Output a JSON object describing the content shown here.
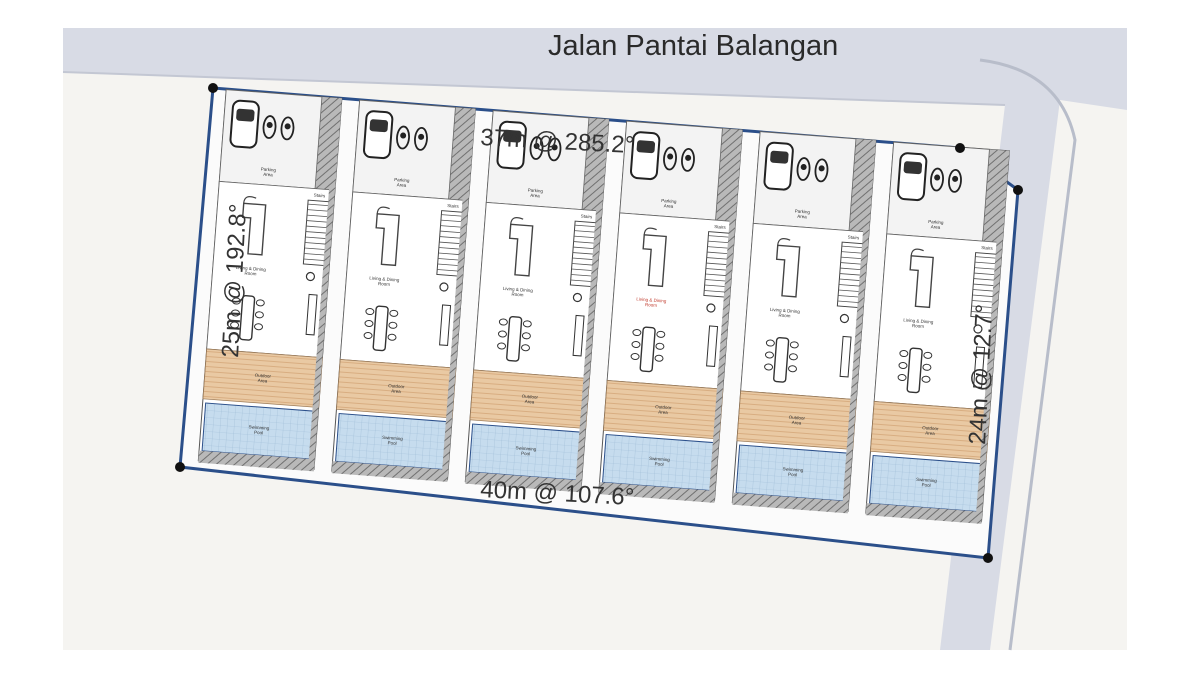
{
  "map": {
    "street_name": "Jalan Pantai Balangan",
    "dimensions": {
      "top": "37m @ 285.2°",
      "left": "25m @ 192.8°",
      "right": "24m @ 12.7°",
      "bottom": "40m @ 107.6°"
    },
    "unit_count": 6,
    "room_labels": {
      "parking": [
        "Parking",
        "Area"
      ],
      "stairs": "Stairs",
      "living": [
        "Living & Dining",
        "Room"
      ],
      "outdoor": [
        "Outdoor",
        "Area"
      ],
      "pool": [
        "Swimming",
        "Pool"
      ]
    },
    "colors": {
      "background": "#ffffff",
      "road": "#d5d8e3",
      "ground": "#f5f4f1",
      "deck": "#e9c9a3",
      "pool": "#c6dcee",
      "boundary": "#2b4f8a",
      "hatch": "#8c8c8c"
    }
  }
}
